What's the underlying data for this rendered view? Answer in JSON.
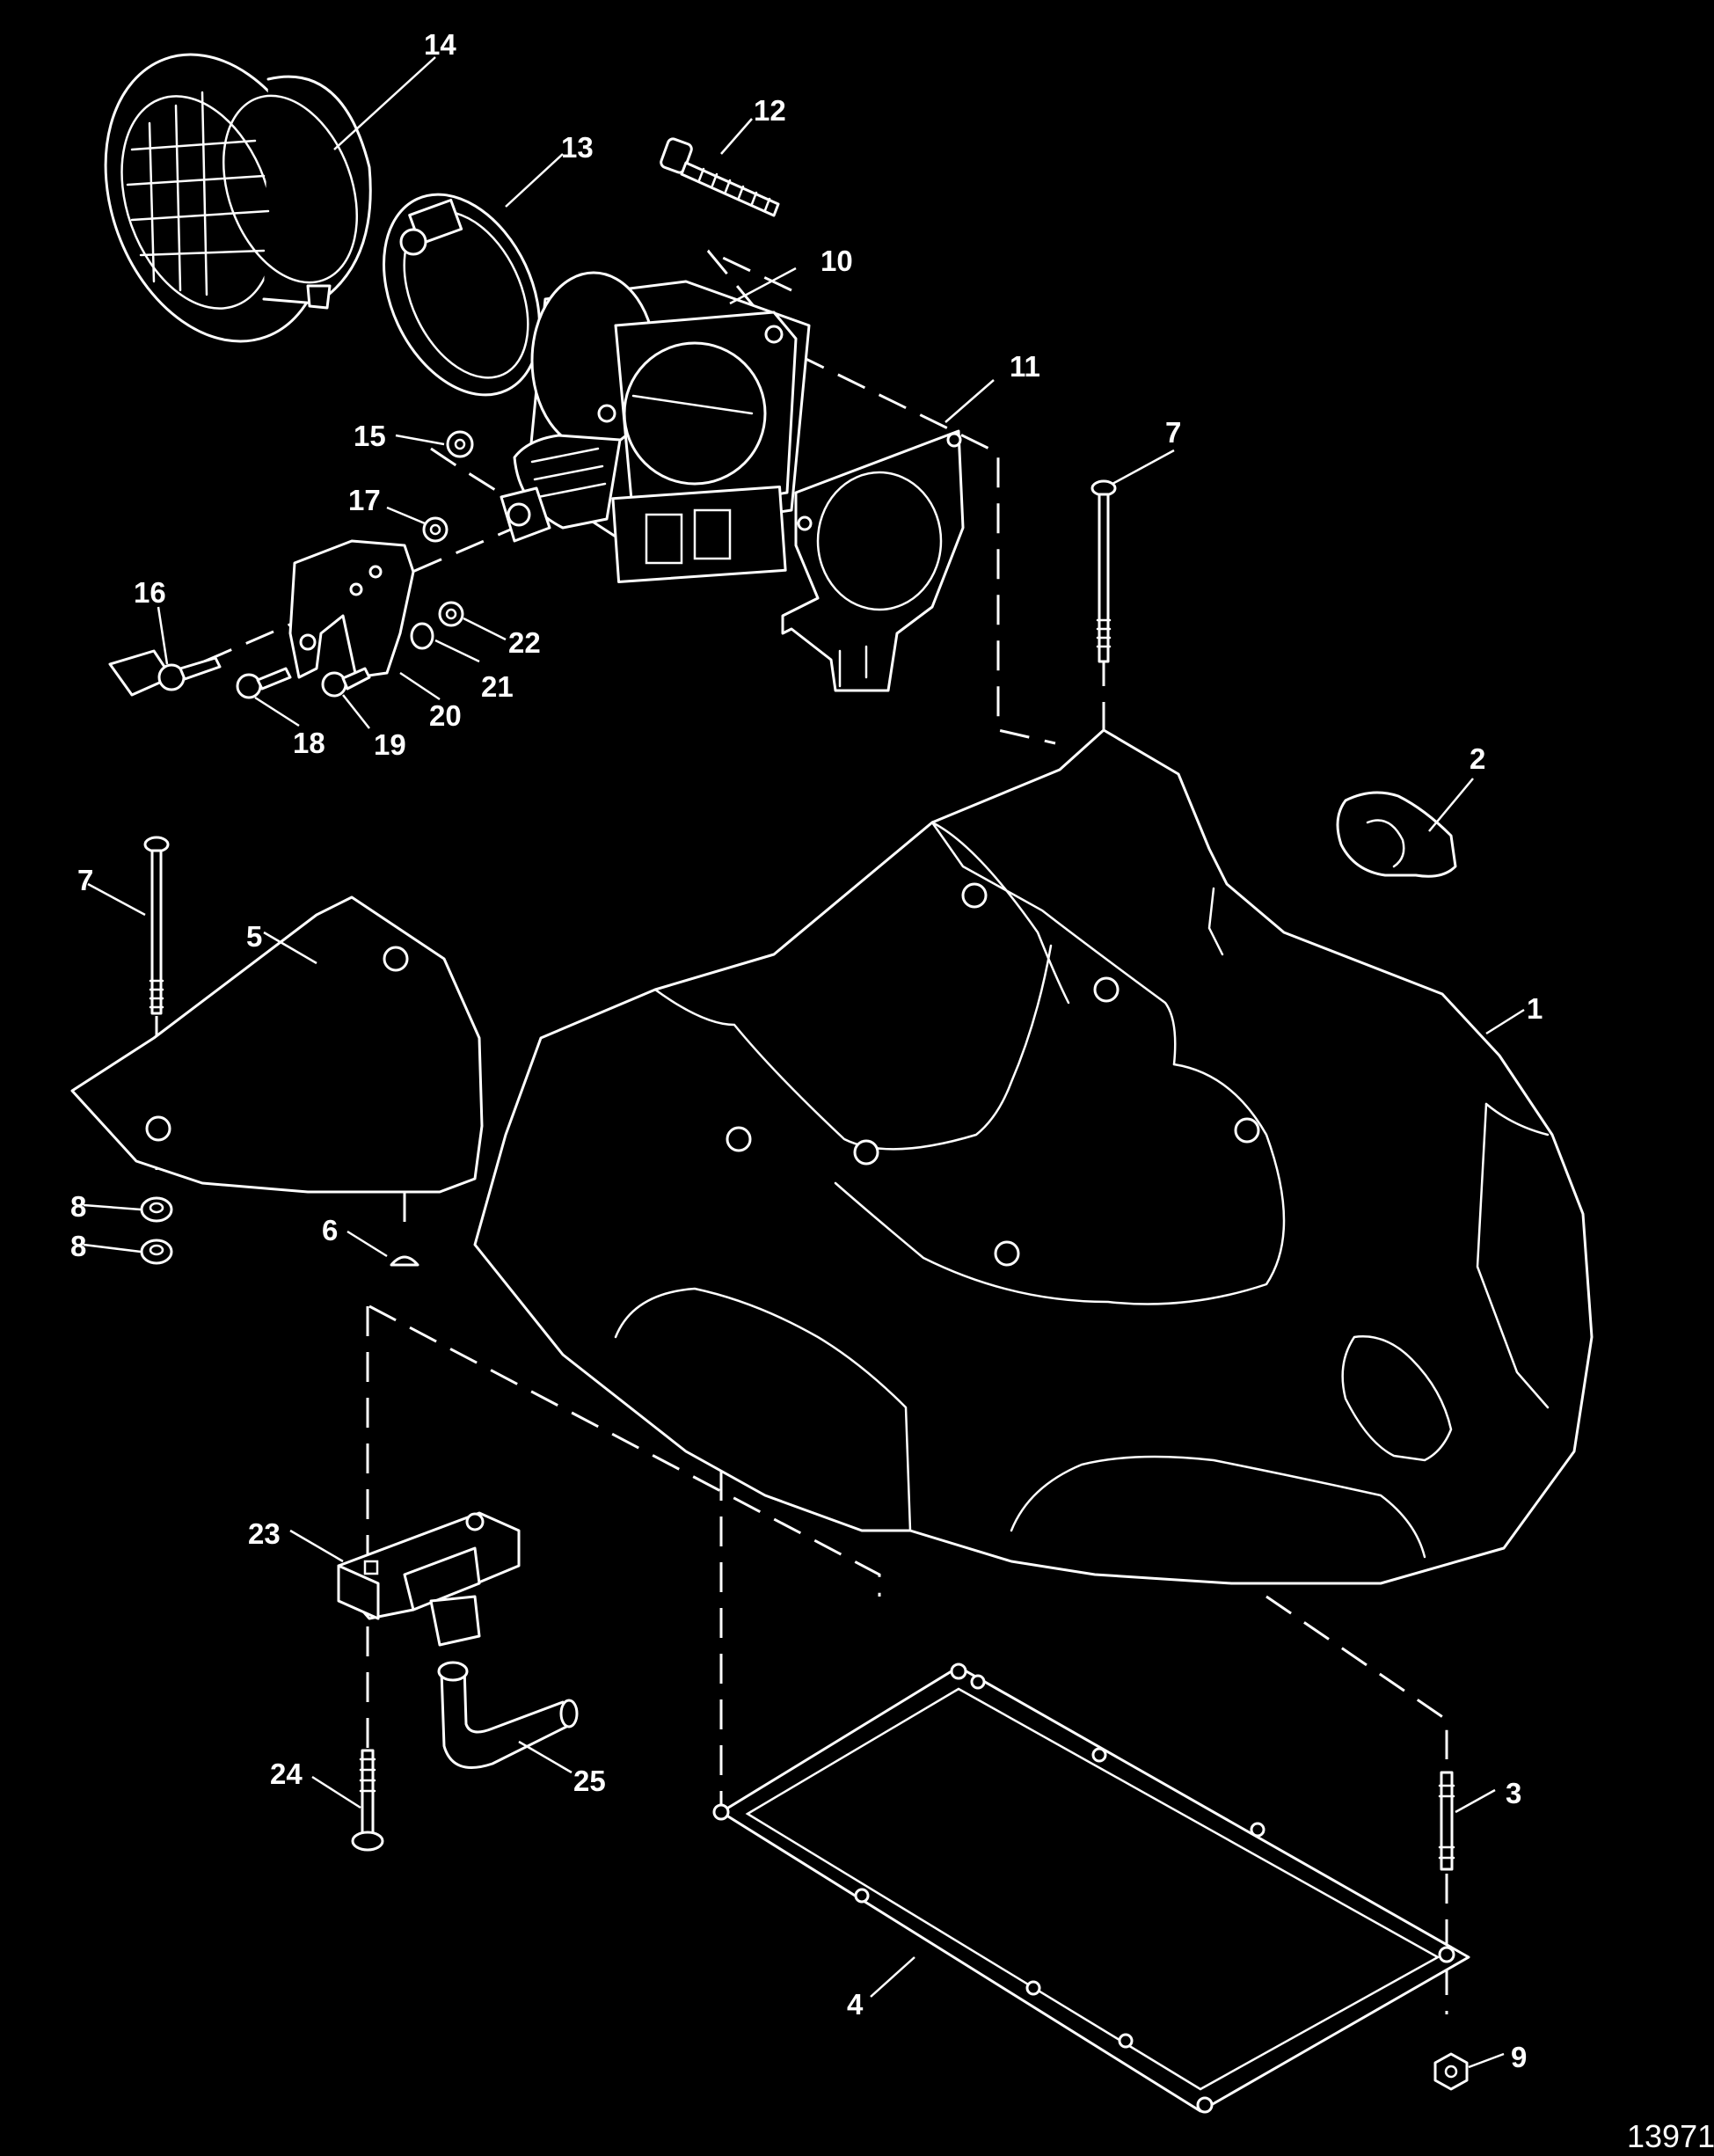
{
  "figure_number": "13971",
  "callouts": {
    "c1": "1",
    "c2": "2",
    "c3": "3",
    "c4": "4",
    "c5": "5",
    "c6": "6",
    "c7a": "7",
    "c7b": "7",
    "c8a": "8",
    "c8b": "8",
    "c9": "9",
    "c10": "10",
    "c11": "11",
    "c12": "12",
    "c13": "13",
    "c14": "14",
    "c15": "15",
    "c16": "16",
    "c17": "17",
    "c18": "18",
    "c19": "19",
    "c20": "20",
    "c21": "21",
    "c22": "22",
    "c23": "23",
    "c24": "24",
    "c25": "25"
  },
  "colors": {
    "background": "#000000",
    "line": "#ffffff"
  }
}
